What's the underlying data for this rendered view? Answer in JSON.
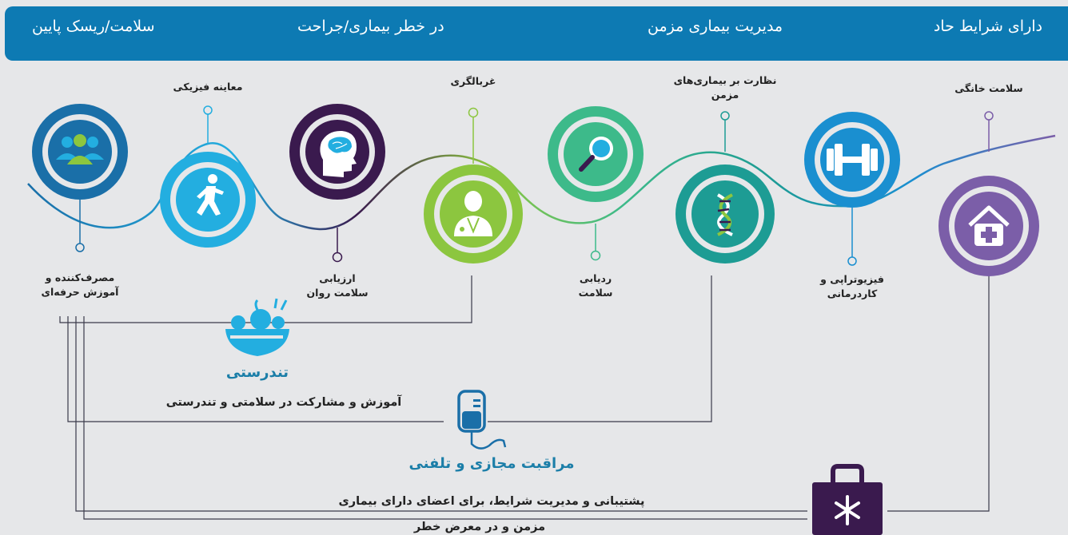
{
  "stages": [
    "دارای شرایط حاد",
    "مدیریت بیماری مزمن",
    "در خطر بیماری/جراحت",
    "سلامت/ریسک پایین"
  ],
  "steps": {
    "home_health": "سلامت خانگی",
    "physio": {
      "line1": "فیزیوتراپی و",
      "line2": "کاردرمانی"
    },
    "chronic_monitoring": {
      "line1": "نظارت بر بیماری‌های",
      "line2": "مزمن"
    },
    "health_tracking": {
      "line1": "ردیابی",
      "line2": "سلامت"
    },
    "screening": "غربالگری",
    "mental_assessment": {
      "line1": "ارزیابی",
      "line2": "سلامت روان"
    },
    "physical_exam": "معاینه فیزیکی",
    "consumer_education": {
      "line1": "مصرف‌کننده و",
      "line2": "آموزش حرفه‌ای"
    }
  },
  "wellness": {
    "title": "تندرستی",
    "subtitle": "آموزش و مشارکت در سلامتی و تندرستی"
  },
  "telecare": {
    "title": "مراقبت مجازی و تلفنی",
    "line1": "پشتیبانی و مدیریت شرایط، برای اعضای دارای بیماری",
    "line2": "مزمن و در معرض خطر"
  },
  "icons": [
    "home-plus-icon",
    "dumbbell-icon",
    "dna-icon",
    "magnifier-icon",
    "doctor-icon",
    "brain-head-icon",
    "running-person-icon",
    "people-group-icon",
    "salad-bowl-icon",
    "iv-bag-icon",
    "medical-kit-icon"
  ],
  "colors": {
    "banner": "#0d7ab3",
    "purple": "#7b5ea8",
    "blue": "#1a8fd0",
    "teal": "#1d9c94",
    "green": "#3dba8a",
    "lime": "#8cc63f",
    "darkpurple": "#3a1a4e",
    "cyan": "#23aee0",
    "navy": "#1a6fa8"
  }
}
